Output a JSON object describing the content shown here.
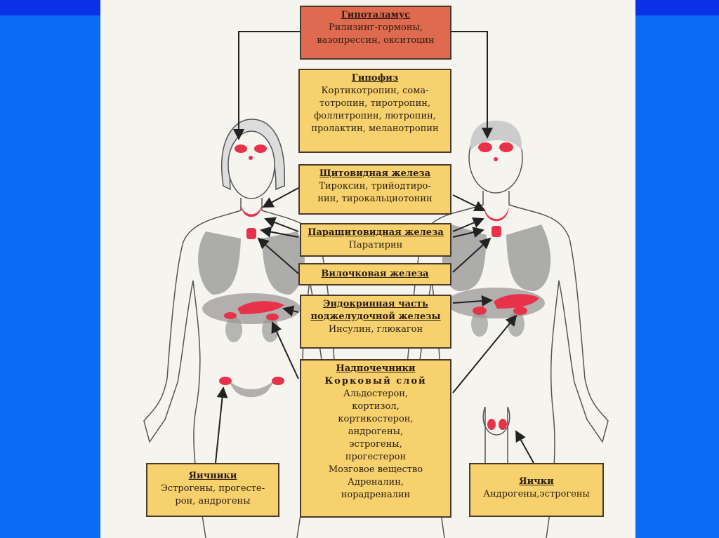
{
  "colors": {
    "slide_background": "#0a6cf5",
    "box_fill": "#f6d16e",
    "hypothalamus_fill": "#e06a4f",
    "gland_color": "#e8324a",
    "organ_gray": "#9a9a9a"
  },
  "boxes": {
    "hypothalamus": {
      "title": "Гипоталамус",
      "lines": [
        "Рилизинг-гормоны,",
        "вазопрессин, окситоцин"
      ]
    },
    "pituitary": {
      "title": "Гипофиз",
      "lines": [
        "Кортикотропин, сома-",
        "тотропин, тиротропин,",
        "фоллитропин, лютропин,",
        "пролактин, меланотропин"
      ]
    },
    "thyroid": {
      "title": "Щитовидная железа",
      "lines": [
        "Тироксин, трийодтиро-",
        "нин, тирокальциотонин"
      ]
    },
    "parathyroid": {
      "title": "Паращитовидная железа",
      "lines": [
        "Паратирин"
      ]
    },
    "thymus": {
      "title": "Вилочковая железа",
      "lines": []
    },
    "pancreas": {
      "title_lines": [
        "Эндокринная часть",
        "поджелудочной железы"
      ],
      "lines": [
        "Инсулин, глюкагон"
      ]
    },
    "adrenal": {
      "title": "Надпочечники",
      "cortex": "Корковый слой",
      "cortex_lines": [
        "Альдостерон,",
        "кортизол,",
        "кортикостерон,",
        "андрогены,",
        "эстрогены,",
        "прогестерон"
      ],
      "medulla": "Мозговое вещество",
      "medulla_lines": [
        "Адреналин,",
        "норадреналин"
      ]
    },
    "ovaries": {
      "title": "Яичники",
      "lines": [
        "Эстрогены, прогесте-",
        "рон, андрогены"
      ]
    },
    "testes": {
      "title": "Яички",
      "lines": [
        "Андрогены,эстрогены"
      ]
    }
  }
}
